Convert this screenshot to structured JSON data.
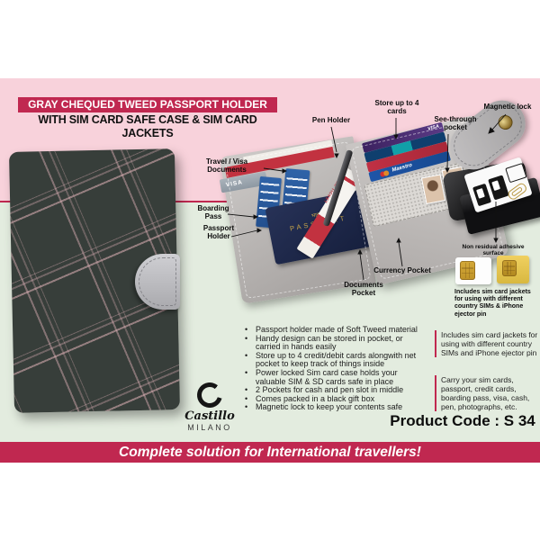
{
  "header": {
    "title": "GRAY CHEQUED TWEED PASSPORT HOLDER",
    "subtitle": "WITH SIM CARD SAFE CASE & SIM CARD JACKETS"
  },
  "callouts": {
    "pen_holder": "Pen Holder",
    "store_cards": "Store up to 4 cards",
    "see_through": "See-through pocket",
    "magnetic_lock": "Magnetic lock",
    "travel_visa": "Travel / Visa Documents",
    "boarding_pass": "Boarding Pass",
    "passport_holder": "Passport Holder",
    "documents_pocket": "Documents Pocket",
    "currency_pocket": "Currency Pocket",
    "adhesive": "Non residual adhesive surface",
    "sim_jackets_note": "Includes sim card jackets for using with different country SIMs & iPhone ejector pin"
  },
  "features": [
    "Passport holder made of Soft Tweed material",
    "Handy design can be stored in pocket, or carried in hands easily",
    "Store up to 4 credit/debit cards alongwith net pocket to keep track of things inside",
    "Power locked Sim card case holds your valuable SIM & SD cards safe in place",
    "2 Pockets for cash and pen slot in middle",
    "Comes packed in a black gift box",
    "Magnetic lock to keep your contents safe"
  ],
  "side_notes": [
    "Includes sim card jackets for using with different country SIMs and iPhone ejector pin",
    "Carry your sim cards, passport, credit cards, boarding pass, visa, cash, pen, photographs, etc."
  ],
  "product_code": "Product Code : S 34",
  "banner": "Complete solution for International travellers!",
  "brand": {
    "name": "Castillo",
    "city": "MILANO"
  },
  "product_text": {
    "passport_country": "भारत",
    "passport_title": "PASSPORT",
    "visa_gray_card": "VISA",
    "visa_credit_card": "VISA",
    "maestro": "Maestro",
    "air_ticket": "AIR TICKET"
  },
  "colors": {
    "pink": "#f8d2db",
    "green": "#e3ecdf",
    "crimson": "#c02850",
    "ink": "#1a1a1a"
  }
}
